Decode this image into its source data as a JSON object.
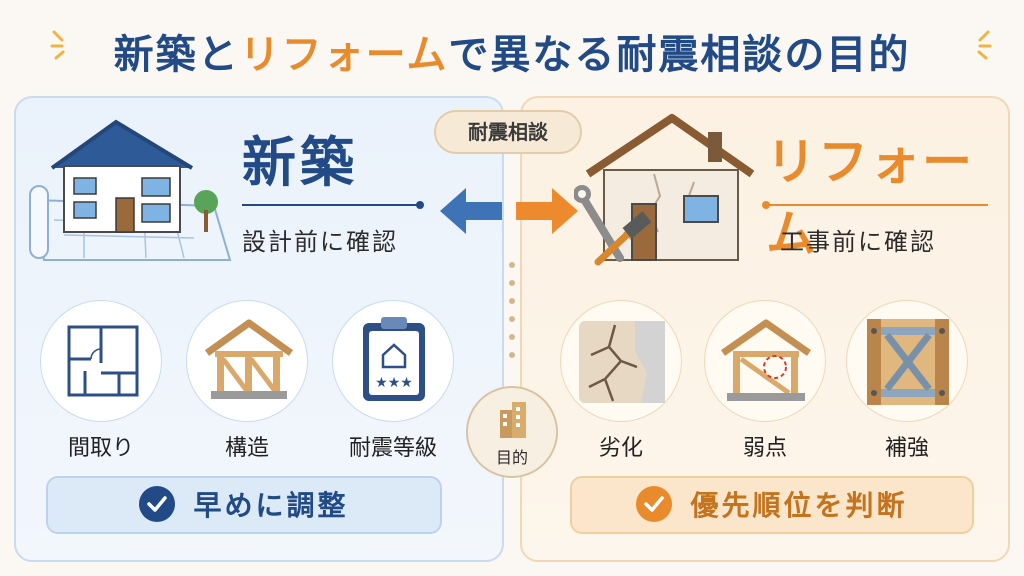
{
  "title": {
    "part1": "新築",
    "part2": "と",
    "part3": "リフォーム",
    "part4": "で異なる耐震相談の目的"
  },
  "center": {
    "consult_label": "耐震相談",
    "purpose_label": "目的"
  },
  "left": {
    "heading": "新築",
    "subheading": "設計前に確認",
    "items": [
      {
        "label": "間取り",
        "icon": "floor-plan-icon"
      },
      {
        "label": "構造",
        "icon": "wood-frame-icon"
      },
      {
        "label": "耐震等級",
        "icon": "rating-clipboard-icon"
      }
    ],
    "bottom": "早めに調整",
    "color": "#214a86"
  },
  "right": {
    "heading": "リフォーム",
    "subheading": "工事前に確認",
    "items": [
      {
        "label": "劣化",
        "icon": "cracked-wall-icon"
      },
      {
        "label": "弱点",
        "icon": "weak-point-frame-icon"
      },
      {
        "label": "補強",
        "icon": "brace-reinforcement-icon"
      }
    ],
    "bottom": "優先順位を判断",
    "color": "#e98b2c"
  }
}
